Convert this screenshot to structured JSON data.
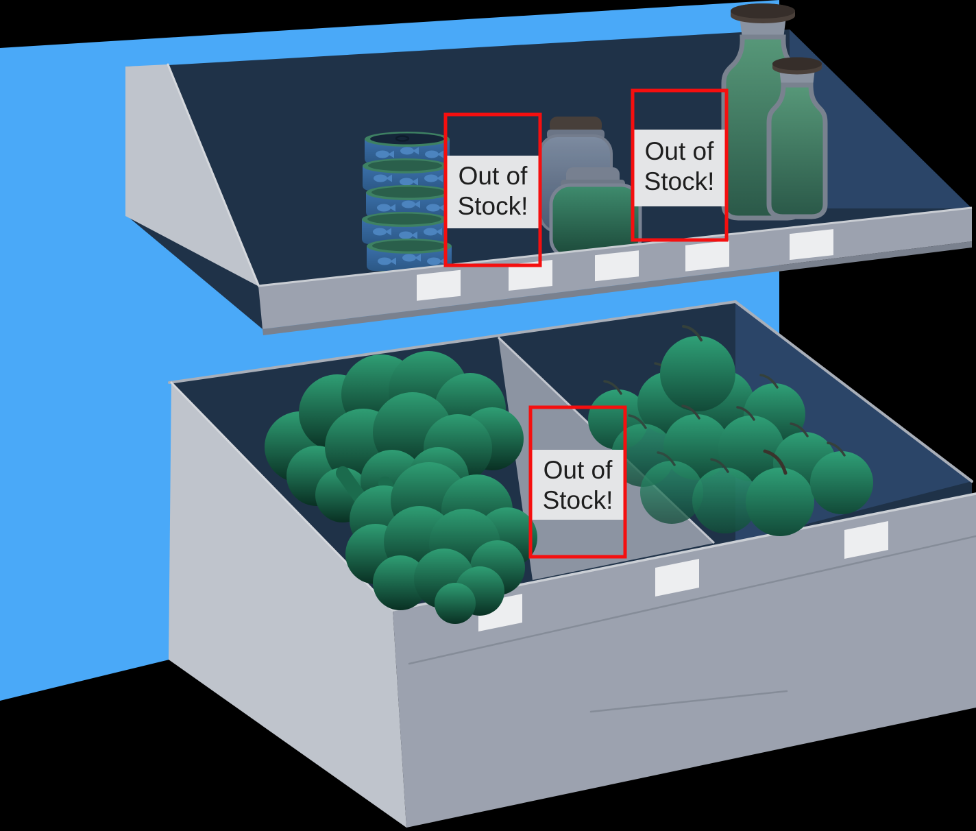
{
  "scene": {
    "description": "Stylized grocery display: slanted upper shelf with canned fish, jars and green bottles; lower produce bin with broccoli and green apples; three red-outlined Out of Stock markers on empty spots."
  },
  "signs": [
    {
      "id": "upper-shelf-left-gap",
      "line1": "Out of",
      "line2": "Stock!"
    },
    {
      "id": "upper-shelf-right-gap",
      "line1": "Out of",
      "line2": "Stock!"
    },
    {
      "id": "produce-bin-gap",
      "line1": "Out of",
      "line2": "Stock!"
    }
  ],
  "upper_shelf": {
    "items": [
      "canned-fish-stack",
      "glass-jar",
      "green-jar",
      "tall-green-bottle",
      "small-green-bottle"
    ],
    "can_count": 5,
    "price_label_count": 5
  },
  "produce_bin": {
    "items": [
      "broccoli",
      "green-apples"
    ],
    "apple_count": 13,
    "price_label_count": 3
  },
  "colors": {
    "background": "#000000",
    "wall": "#4AA9F8",
    "shelfInterior": "#1F3248",
    "shelfSide": "#2B4568",
    "panelGray": "#9CA2AF",
    "panelLight": "#BFC4CC",
    "dividerGray": "#8C94A2",
    "labelWhite": "#EDEEF0",
    "signBorder": "#F50F0F",
    "signBg": "#E4E5E7",
    "signText": "#1E1E1E",
    "canBlue": "#3A6FA9",
    "canGreen": "#3E8163",
    "bottleGreen": "#4F9077",
    "appleGreen": "#2FA077",
    "broccoliGreen": "#2F9E74"
  }
}
